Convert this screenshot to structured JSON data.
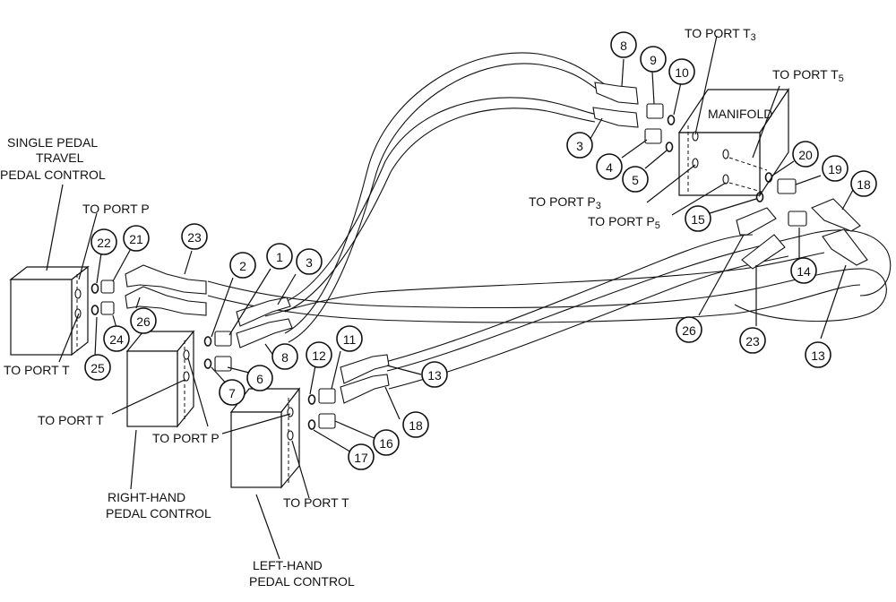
{
  "labels": {
    "single_pedal": [
      "SINGLE PEDAL",
      "TRAVEL",
      "PEDAL CONTROL"
    ],
    "to_port_p_left": "TO PORT P",
    "to_port_t_left": "TO PORT T",
    "to_port_t_right_hand": "TO PORT T",
    "to_port_p_mid": "TO PORT P",
    "right_hand": [
      "RIGHT-HAND",
      "PEDAL CONTROL"
    ],
    "to_port_t_left_hand": "TO PORT T",
    "left_hand": [
      "LEFT-HAND",
      "PEDAL CONTROL"
    ],
    "to_port_t3": "TO PORT T",
    "to_port_t3_sub": "3",
    "to_port_t5": "TO PORT T",
    "to_port_t5_sub": "5",
    "manifold": "MANIFOLD",
    "to_port_p3": "TO PORT P",
    "to_port_p3_sub": "3",
    "to_port_p5": "TO PORT P",
    "to_port_p5_sub": "5"
  },
  "callouts": [
    "8",
    "9",
    "10",
    "3",
    "4",
    "5",
    "20",
    "19",
    "18",
    "15",
    "14",
    "26",
    "23",
    "13",
    "22",
    "21",
    "23",
    "24",
    "25",
    "26",
    "2",
    "1",
    "3",
    "8",
    "6",
    "7",
    "12",
    "11",
    "13",
    "18",
    "16",
    "17"
  ],
  "colors": {
    "ink": "#111111",
    "paper": "#ffffff"
  }
}
